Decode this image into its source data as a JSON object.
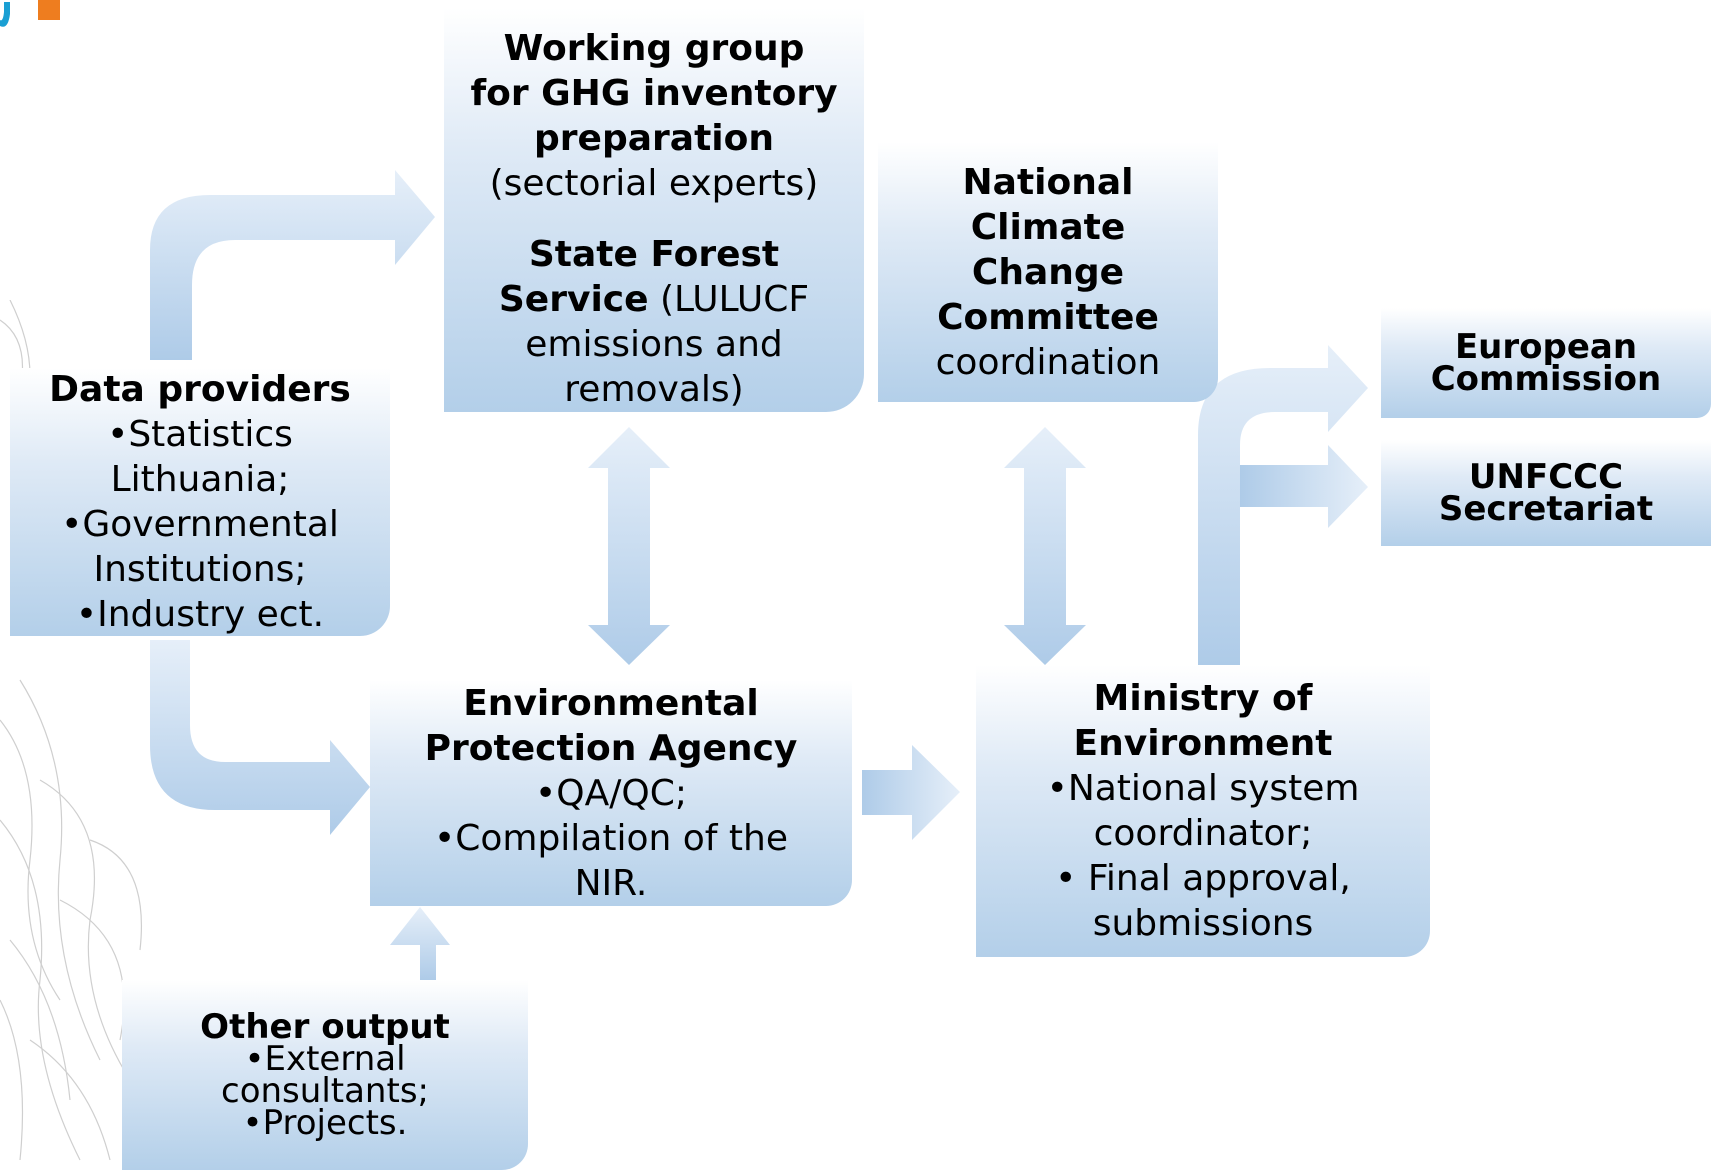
{
  "logo": {
    "description": "partial logo mark",
    "colors": [
      "#1a9fd3",
      "#ee7d1f"
    ]
  },
  "colors": {
    "box_top": "#ffffff",
    "box_bottom": "#b3cfe9",
    "arrow": "#b9d2eb"
  },
  "working_group": {
    "title_lines": [
      "Working group",
      "for GHG inventory",
      "preparation"
    ],
    "subtitle": "(sectorial experts)",
    "sfs_title_line1": "State Forest",
    "sfs_title_line2": "Service",
    "sfs_rest_line2": " (LULUCF",
    "sfs_lines": [
      "emissions and",
      "removals)"
    ]
  },
  "national_committee": {
    "title_lines": [
      "National",
      "Climate",
      "Change",
      "Committee"
    ],
    "subtitle": "coordination"
  },
  "data_providers": {
    "title": "Data providers",
    "lines": [
      "•Statistics",
      "Lithuania;",
      "•Governmental",
      "Institutions;",
      "•Industry ect."
    ]
  },
  "epa": {
    "title_lines": [
      "Environmental",
      "Protection Agency"
    ],
    "lines": [
      "•QA/QC;",
      "•Compilation of the",
      "NIR."
    ]
  },
  "ministry": {
    "title_lines": [
      "Ministry of",
      "Environment"
    ],
    "lines": [
      "•National system",
      "coordinator;",
      "• Final approval,",
      "submissions"
    ]
  },
  "european_commission": {
    "title_lines": [
      "European",
      "Commission"
    ]
  },
  "unfccc": {
    "title_lines": [
      "UNFCCC",
      "Secretariat"
    ]
  },
  "other_output": {
    "title": "Other output",
    "lines": [
      "•External",
      "consultants;",
      "•Projects."
    ]
  }
}
